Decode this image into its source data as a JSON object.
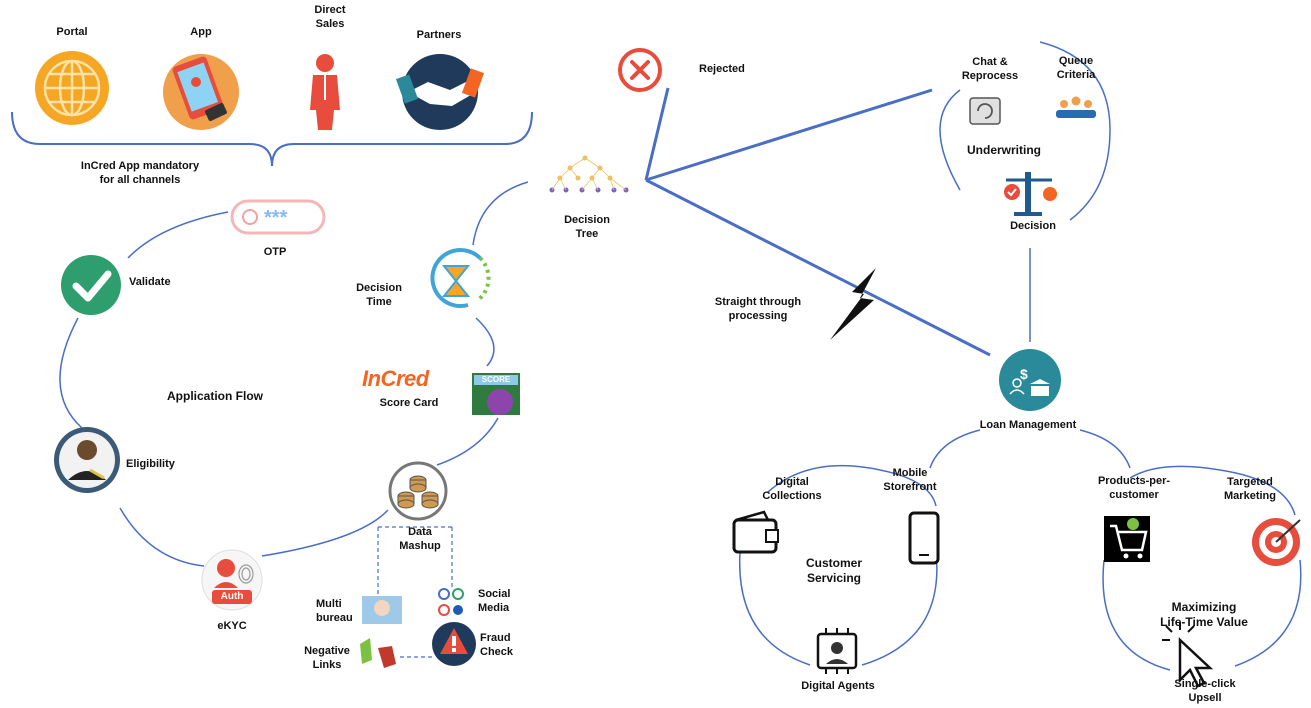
{
  "channels": {
    "portal": "Portal",
    "app": "App",
    "direct_sales": "Direct\nSales",
    "partners": "Partners"
  },
  "left": {
    "mandatory_note": "InCred App mandatory\nfor all channels",
    "otp": "OTP",
    "validate": "Validate",
    "application_flow": "Application Flow",
    "eligibility": "Eligibility",
    "ekyc": "eKYC",
    "auth_badge": "Auth",
    "decision_time": "Decision\nTime",
    "brand": "InCred",
    "score_card": "Score Card",
    "score_badge": "SCORE",
    "data_mashup": "Data\nMashup",
    "multi_bureau": "Multi\nbureau",
    "social_media": "Social\nMedia",
    "negative_links": "Negative\nLinks",
    "fraud_check": "Fraud\nCheck",
    "decision_tree": "Decision\nTree"
  },
  "center": {
    "rejected": "Rejected",
    "straight_through": "Straight through\nprocessing"
  },
  "underwriting": {
    "chat_reprocess": "Chat &\nReprocess",
    "queue_criteria": "Queue\nCriteria",
    "title": "Underwriting",
    "decision": "Decision"
  },
  "loan": {
    "title": "Loan Management"
  },
  "servicing": {
    "digital_collections": "Digital\nCollections",
    "mobile_storefront": "Mobile\nStorefront",
    "title": "Customer\nServicing",
    "digital_agents": "Digital Agents"
  },
  "ltv": {
    "products_per_customer": "Products-per-\ncustomer",
    "targeted_marketing": "Targeted\nMarketing",
    "title": "Maximizing\nLife-Time Value",
    "single_click_upsell": "Single-click\nUpsell"
  },
  "colors": {
    "connector": "#4a6ec5",
    "teal": "#2a8a99",
    "orange": "#f26522",
    "green": "#2e9e6e",
    "red": "#e74c3c"
  }
}
